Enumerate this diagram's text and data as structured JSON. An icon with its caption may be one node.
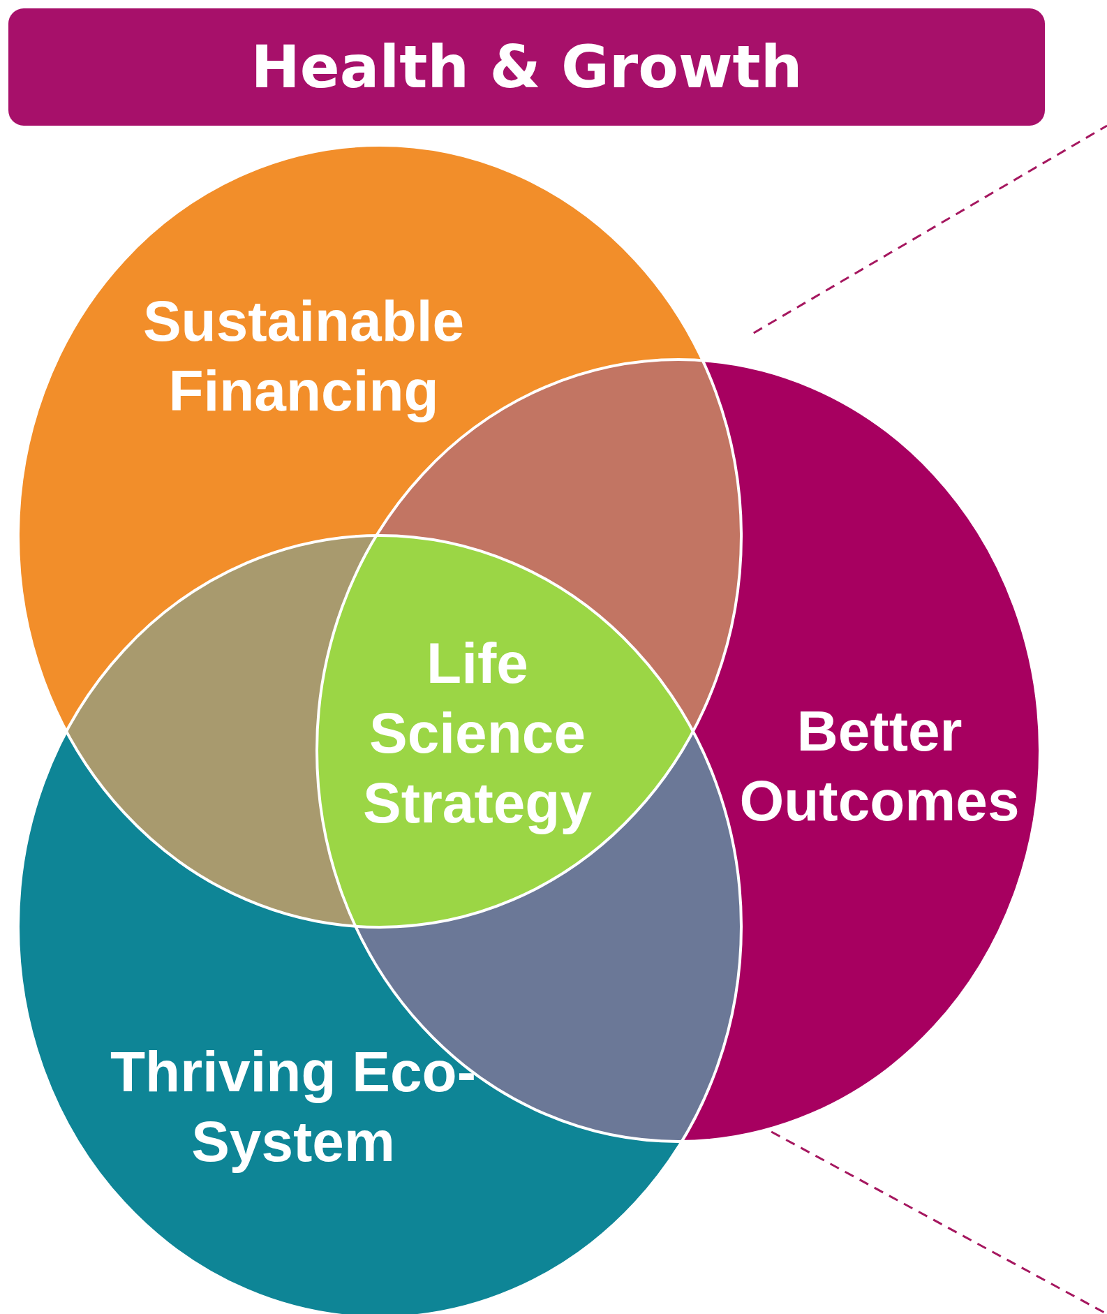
{
  "diagram": {
    "nodes": [
      {
        "text": [
          "Health & Growth"
        ]
      },
      {
        "text": [
          "Sustainable Financing"
        ]
      },
      {
        "text": [
          "Better Outcomes"
        ]
      },
      {
        "text": [
          "Thriving Eco-System"
        ]
      },
      {
        "text": [
          "Life Science Strategy"
        ]
      }
    ],
    "edges": [
      {
        "from": 2,
        "to": null,
        "arrow": "none",
        "style": "dashed",
        "color": "#a5175f"
      },
      {
        "from": 2,
        "to": null,
        "arrow": "none",
        "style": "dashed",
        "color": "#a5175f"
      }
    ]
  }
}
